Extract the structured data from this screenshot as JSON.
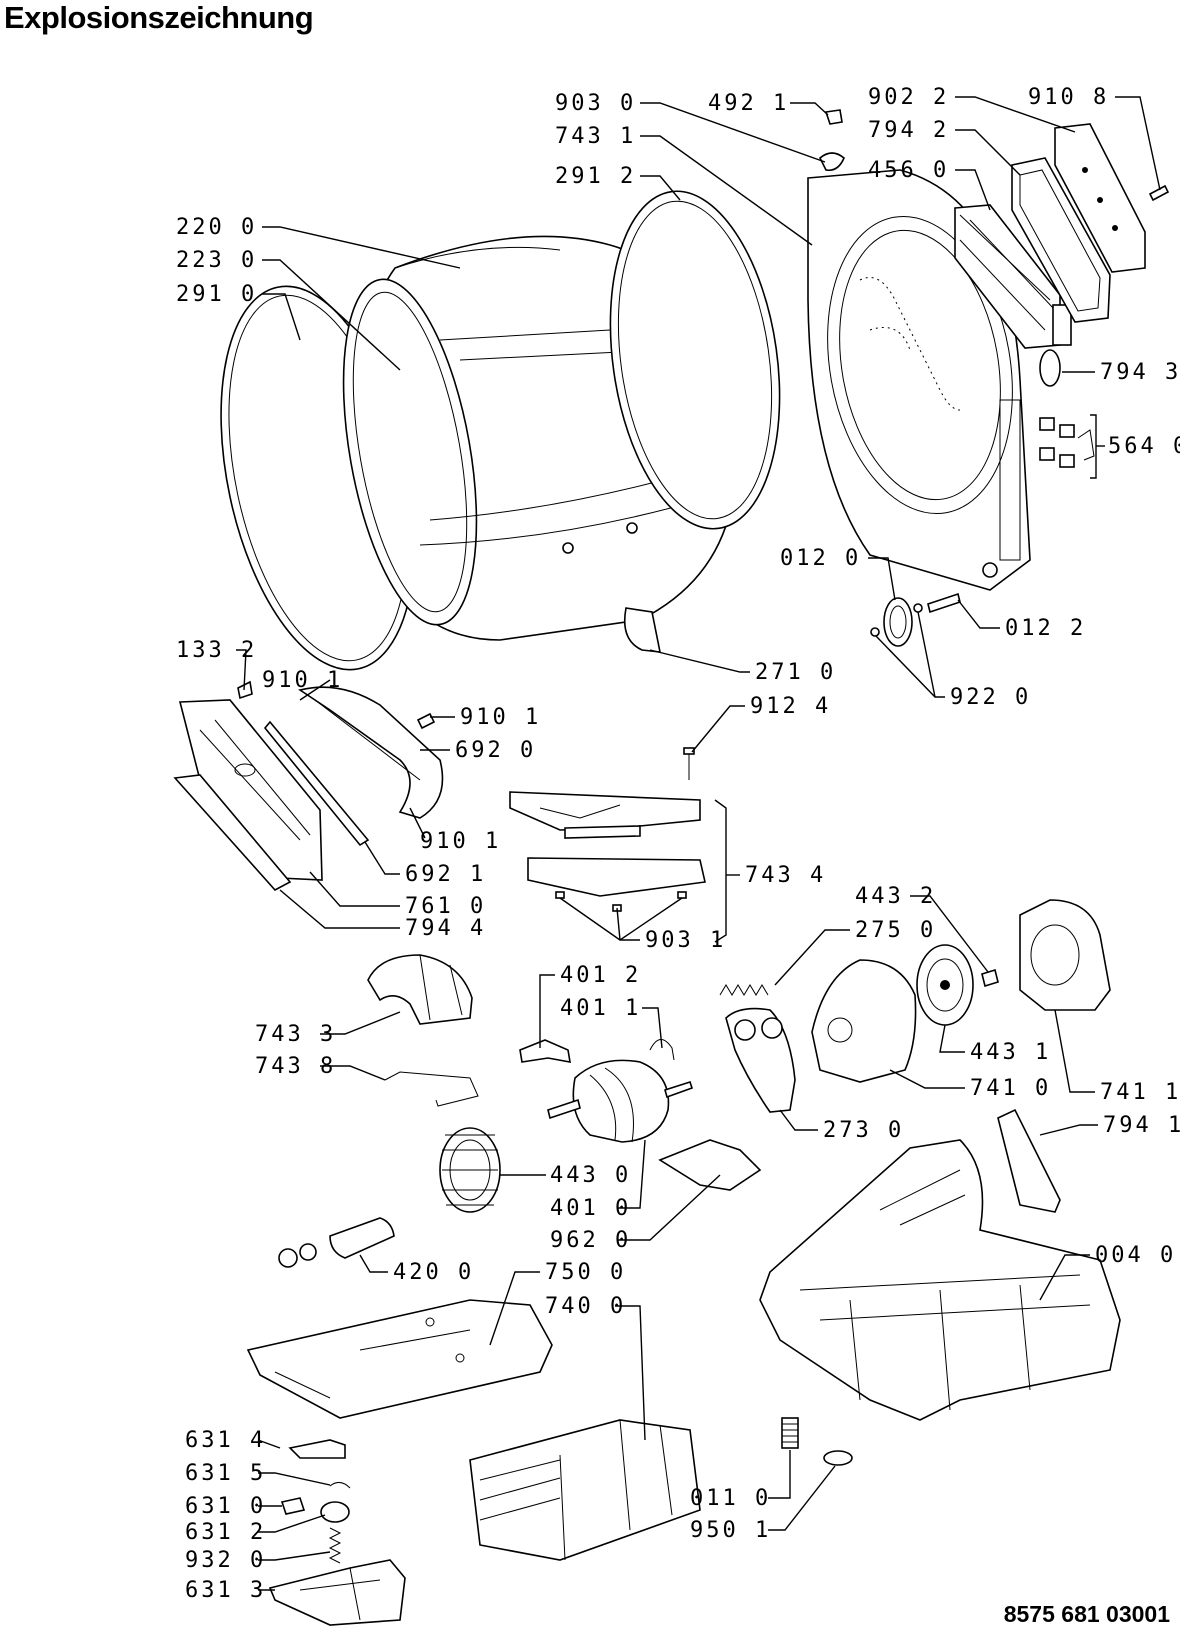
{
  "title": "Explosionszeichnung",
  "document_number": "8575 681 03001",
  "callouts": [
    {
      "code": "903 0"
    },
    {
      "code": "492 1"
    },
    {
      "code": "902 2"
    },
    {
      "code": "910 8"
    },
    {
      "code": "743 1"
    },
    {
      "code": "794 2"
    },
    {
      "code": "291 2"
    },
    {
      "code": "456 0"
    },
    {
      "code": "220 0"
    },
    {
      "code": "223 0"
    },
    {
      "code": "291 0"
    },
    {
      "code": "794 3"
    },
    {
      "code": "564 0"
    },
    {
      "code": "012 0"
    },
    {
      "code": "012 2"
    },
    {
      "code": "922 0"
    },
    {
      "code": "271 0"
    },
    {
      "code": "133 2"
    },
    {
      "code": "910 1"
    },
    {
      "code": "910 1"
    },
    {
      "code": "692 0"
    },
    {
      "code": "912 4"
    },
    {
      "code": "910 1"
    },
    {
      "code": "692 1"
    },
    {
      "code": "761 0"
    },
    {
      "code": "794 4"
    },
    {
      "code": "743 4"
    },
    {
      "code": "903 1"
    },
    {
      "code": "443 2"
    },
    {
      "code": "275 0"
    },
    {
      "code": "401 2"
    },
    {
      "code": "401 1"
    },
    {
      "code": "743 3"
    },
    {
      "code": "743 8"
    },
    {
      "code": "443 1"
    },
    {
      "code": "741 0"
    },
    {
      "code": "741 1"
    },
    {
      "code": "273 0"
    },
    {
      "code": "794 1"
    },
    {
      "code": "443 0"
    },
    {
      "code": "401 0"
    },
    {
      "code": "962 0"
    },
    {
      "code": "004 0"
    },
    {
      "code": "420 0"
    },
    {
      "code": "750 0"
    },
    {
      "code": "740 0"
    },
    {
      "code": "631 4"
    },
    {
      "code": "631 5"
    },
    {
      "code": "631 0"
    },
    {
      "code": "631 2"
    },
    {
      "code": "932 0"
    },
    {
      "code": "631 3"
    },
    {
      "code": "011 0"
    },
    {
      "code": "950 1"
    }
  ]
}
